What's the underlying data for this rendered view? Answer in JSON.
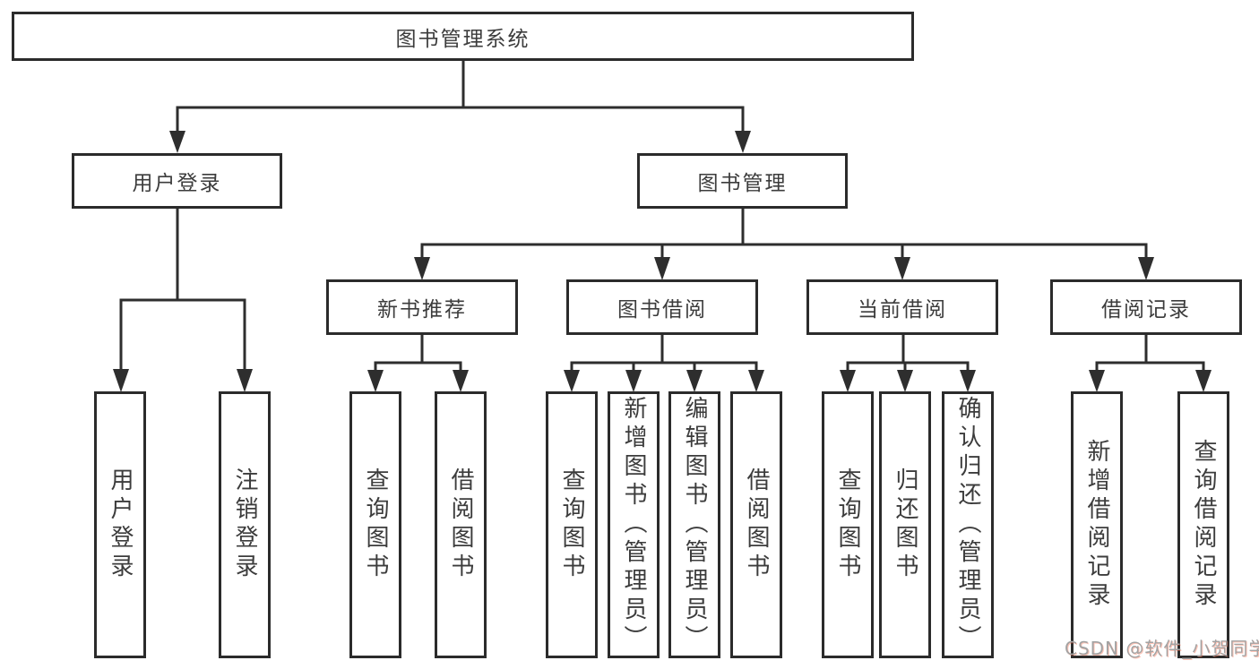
{
  "tree": {
    "root": {
      "label": "图书管理系统",
      "children": [
        {
          "label": "用户登录",
          "children": [
            {
              "label": "用户登录"
            },
            {
              "label": "注销登录"
            }
          ]
        },
        {
          "label": "图书管理",
          "children": [
            {
              "label": "新书推荐",
              "children": [
                {
                  "label": "查询图书"
                },
                {
                  "label": "借阅图书"
                }
              ]
            },
            {
              "label": "图书借阅",
              "children": [
                {
                  "label": "查询图书"
                },
                {
                  "label": "新增图书（管理员）"
                },
                {
                  "label": "编辑图书（管理员）"
                },
                {
                  "label": "借阅图书"
                }
              ]
            },
            {
              "label": "当前借阅",
              "children": [
                {
                  "label": "查询图书"
                },
                {
                  "label": "归还图书"
                },
                {
                  "label": "确认归还（管理员）"
                }
              ]
            },
            {
              "label": "借阅记录",
              "children": [
                {
                  "label": "新增借阅记录"
                },
                {
                  "label": "查询借阅记录"
                }
              ]
            }
          ]
        }
      ]
    }
  },
  "watermark": {
    "text": "CSDN @软件_小贺同学"
  },
  "colors": {
    "line": "#2e2e2e",
    "box_border": "#2b2b2b",
    "text": "#3c3c3c",
    "watermark_gray": "#a3a3a3",
    "watermark_red_tint": "#fc5531",
    "background": "#ffffff"
  }
}
